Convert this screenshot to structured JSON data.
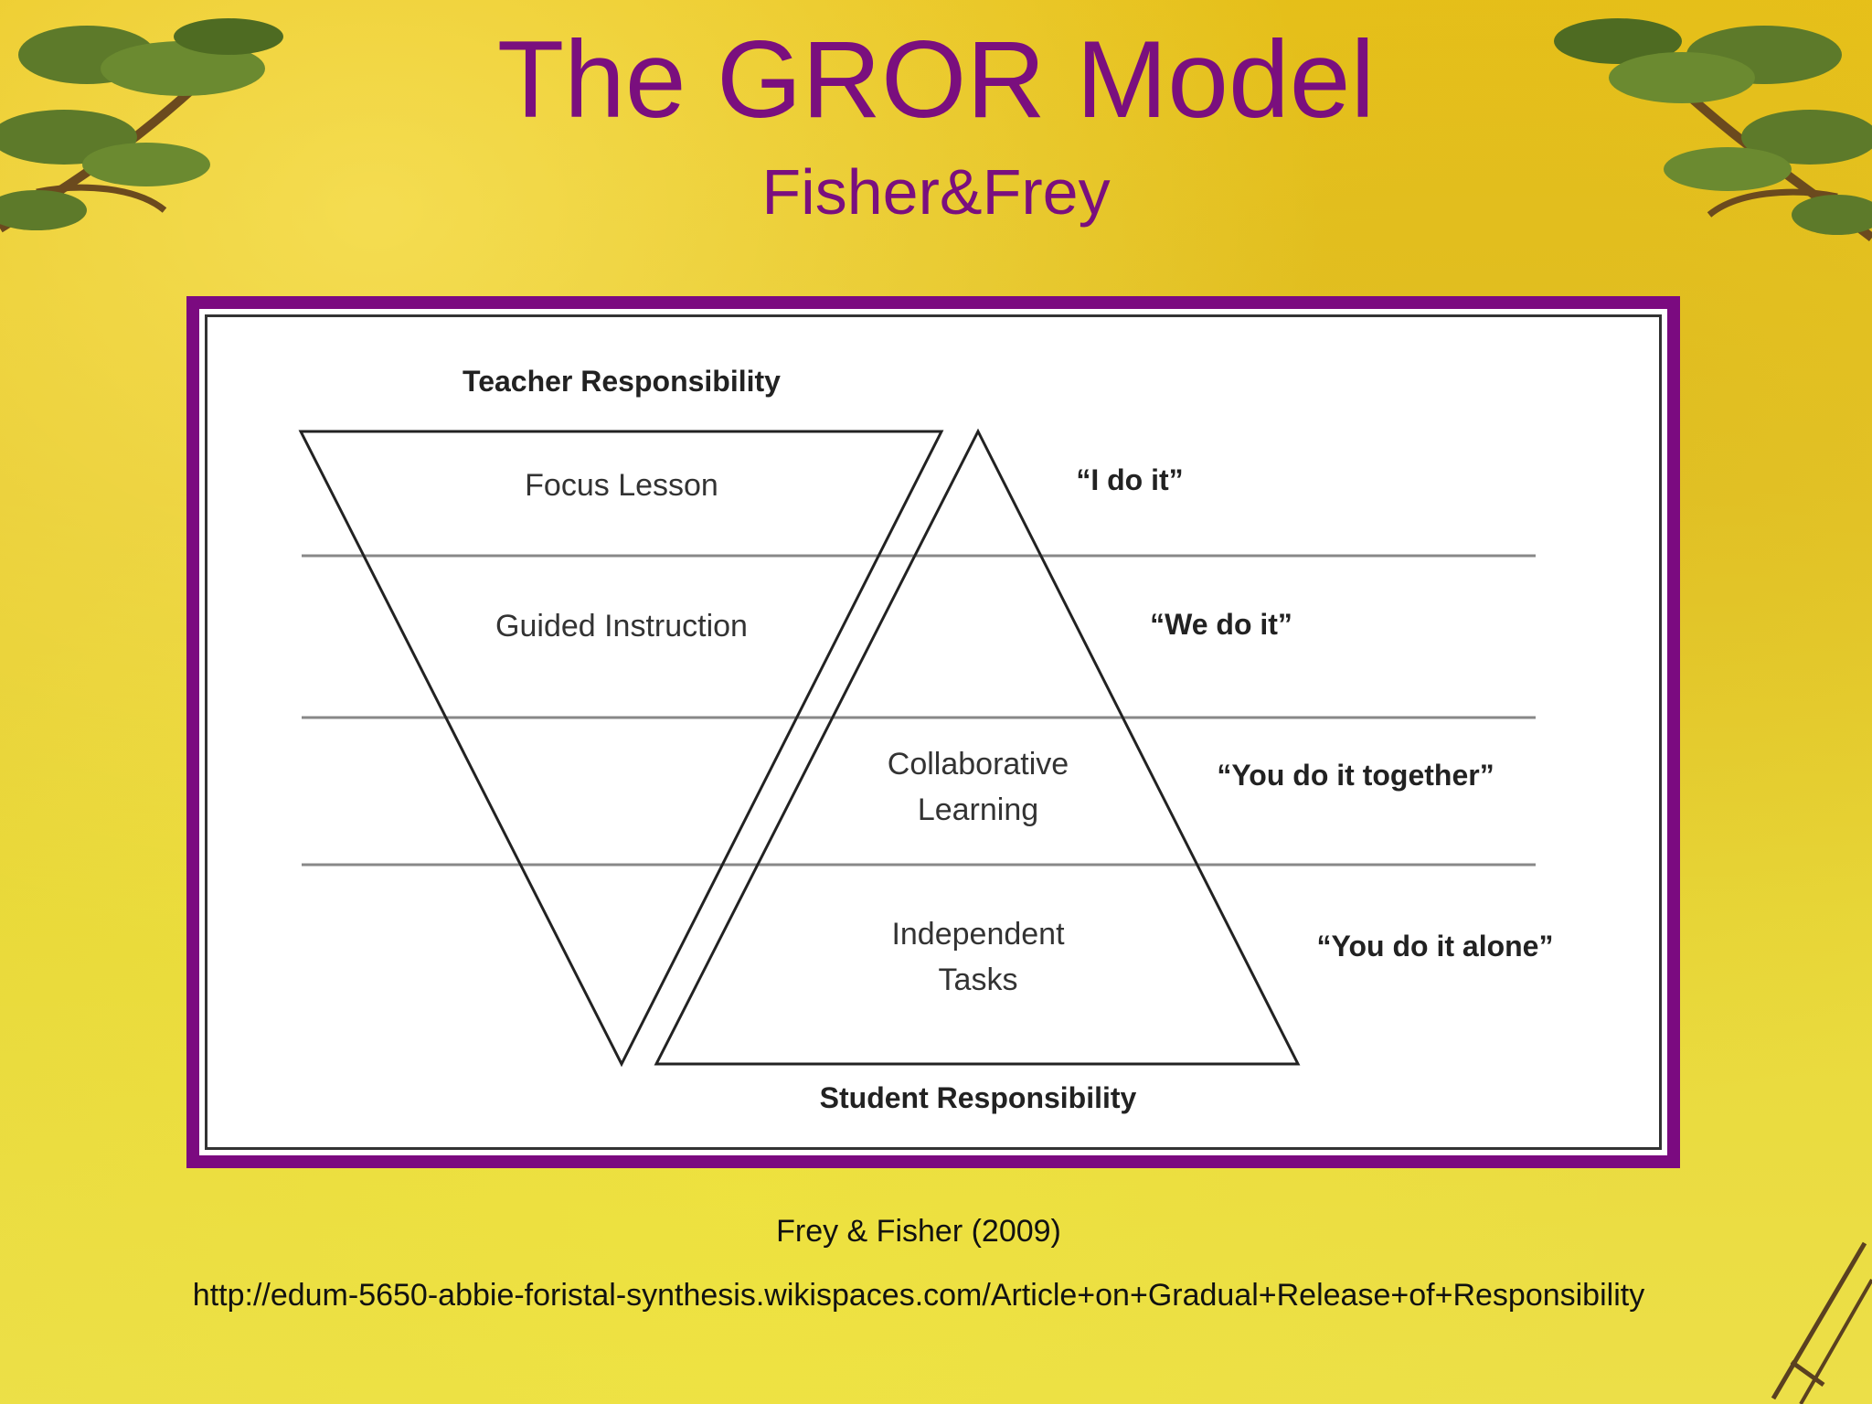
{
  "slide": {
    "title": "The GROR Model",
    "subtitle": "Fisher&Frey"
  },
  "diagram": {
    "top_label": "Teacher Responsibility",
    "bottom_label": "Student Responsibility",
    "stages": [
      {
        "label_line1": "Focus Lesson",
        "label_line2": "",
        "phrase": "“I do it”"
      },
      {
        "label_line1": "Guided Instruction",
        "label_line2": "",
        "phrase": "“We do it”"
      },
      {
        "label_line1": "Collaborative",
        "label_line2": "Learning",
        "phrase": "“You do it together”"
      },
      {
        "label_line1": "Independent",
        "label_line2": "Tasks",
        "phrase": "“You do it alone”"
      }
    ]
  },
  "footer": {
    "citation": "Frey & Fisher (2009)",
    "url": "http://edum-5650-abbie-foristal-synthesis.wikispaces.com/Article+on+Gradual+Release+of+Responsibility"
  },
  "colors": {
    "title": "#7a0f7e",
    "frame": "#7b0a80",
    "background": "#e8c82a"
  },
  "icons": [
    "pine-branch-icon",
    "bamboo-stick-icon"
  ]
}
